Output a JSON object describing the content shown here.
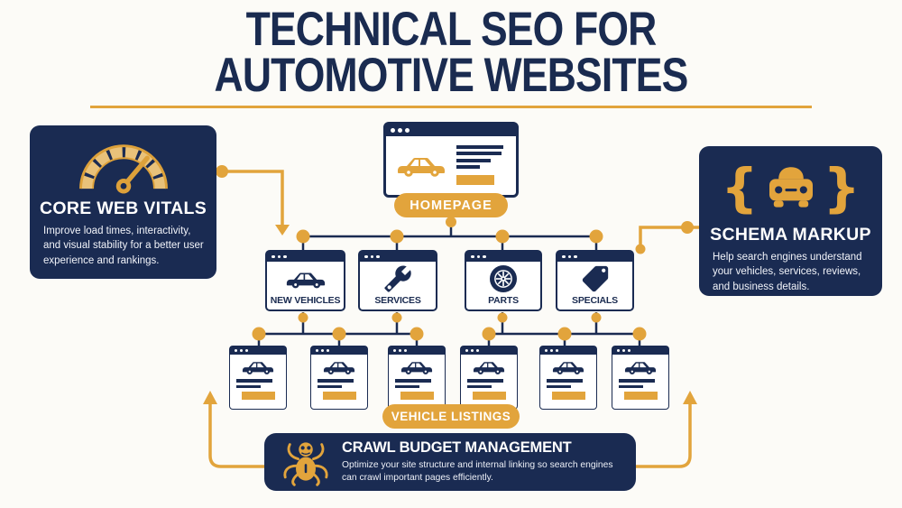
{
  "colors": {
    "navy": "#1a2b52",
    "gold": "#e2a43c",
    "background": "#fcfbf7",
    "text_on_navy": "#ffffff"
  },
  "header": {
    "title_line1": "TECHNICAL SEO FOR",
    "title_line2": "AUTOMOTIVE WEBSITES"
  },
  "left_card": {
    "icon": "speedometer-icon",
    "title": "CORE WEB VITALS",
    "body": "Improve load times, interactivity, and visual stability for a better user experience and rankings."
  },
  "right_card": {
    "icon": "car-in-braces-icon",
    "brace_open": "{",
    "brace_close": "}",
    "title": "SCHEMA MARKUP",
    "body": "Help search engines understand your vehicles, services, reviews, and business details."
  },
  "bottom_card": {
    "icon": "spider-icon",
    "title": "CRAWL BUDGET MANAGEMENT",
    "body": "Optimize your site structure and internal linking so search engines can crawl important pages efficiently."
  },
  "sitemap": {
    "homepage_label": "HOMEPAGE",
    "categories": [
      {
        "label": "NEW VEHICLES",
        "icon": "car-side-icon"
      },
      {
        "label": "SERVICES",
        "icon": "wrench-icon"
      },
      {
        "label": "PARTS",
        "icon": "wheel-icon"
      },
      {
        "label": "SPECIALS",
        "icon": "price-tag-icon"
      }
    ],
    "listings_label": "VEHICLE LISTINGS",
    "listing_count": 6
  }
}
